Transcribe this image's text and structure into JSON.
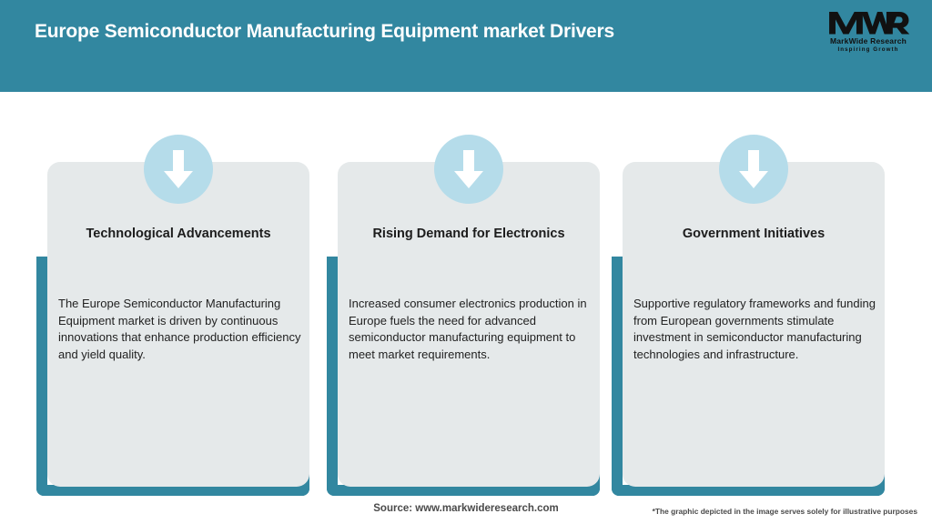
{
  "header": {
    "title": "Europe Semiconductor Manufacturing Equipment market Drivers",
    "background_color": "#3287a0",
    "title_color": "#ffffff"
  },
  "logo": {
    "mark": "MWR",
    "name": "MarkWide Research",
    "tagline": "Inspiring Growth"
  },
  "theme": {
    "accent_color": "#3287a0",
    "card_background": "#e5e9ea",
    "icon_circle_color": "#b5dcea",
    "arrow_color": "#ffffff"
  },
  "cards": [
    {
      "icon": "arrow-down-icon",
      "title": "Technological Advancements",
      "body": "The Europe Semiconductor Manufacturing Equipment market is driven by continuous innovations that enhance production efficiency and yield quality."
    },
    {
      "icon": "arrow-down-icon",
      "title": "Rising Demand for Electronics",
      "body": "Increased consumer electronics production in Europe fuels the need for advanced semiconductor manufacturing equipment to meet market requirements."
    },
    {
      "icon": "arrow-down-icon",
      "title": "Government Initiatives",
      "body": "Supportive regulatory frameworks and funding from European governments stimulate investment in semiconductor manufacturing technologies and infrastructure."
    }
  ],
  "footer": {
    "source": "Source: www.markwideresearch.com",
    "note": "*The graphic depicted in the image serves solely for illustrative purposes"
  }
}
